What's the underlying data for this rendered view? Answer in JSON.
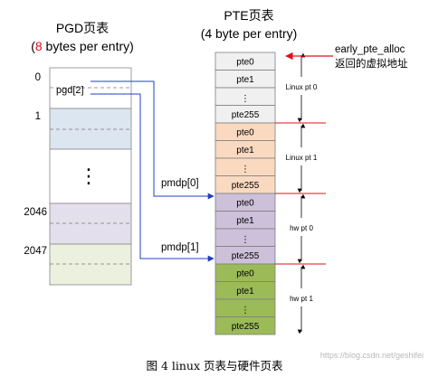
{
  "pgd": {
    "title": "PGD页表",
    "subtitle_prefix": "(",
    "subtitle_number": "8",
    "subtitle_rest": " bytes per entry)",
    "index_labels": [
      "0",
      "1",
      "2046",
      "2047"
    ],
    "entry_label": "pgd[2]",
    "dots": "⋮"
  },
  "pte": {
    "title": "PTE页表",
    "subtitle": "(4 byte per entry)",
    "entries": [
      "pte0",
      "pte1",
      "⋮",
      "pte255",
      "pte0",
      "pte1",
      "⋮",
      "pte255",
      "pte0",
      "pte1",
      "⋮",
      "pte255",
      "pte0",
      "pte1",
      "⋮",
      "pte255"
    ],
    "group_labels": [
      "Linux pt 0",
      "Linux pt 1",
      "hw pt 0",
      "hw pt 1"
    ]
  },
  "pointers": [
    "pmdp[0]",
    "pmdp[1]"
  ],
  "annotation": {
    "line1": "early_pte_alloc",
    "line2": "返回的虚拟地址"
  },
  "caption": "图 4   linux 页表与硬件页表",
  "watermark": "https://blog.csdn.net/geshifei",
  "colors": {
    "pgd_blue": "#dce6f1",
    "pgd_purple": "#e4dfec",
    "pgd_green": "#ebf1de",
    "pte_gray": "#f0f0f0",
    "pte_orange": "#fad9c1",
    "pte_purple": "#ccc0da",
    "pte_green": "#9bbb59",
    "arrow_blue": "#1f3fc0",
    "arrow_red": "#e0101a",
    "subtitle_red": "#e0101a"
  }
}
